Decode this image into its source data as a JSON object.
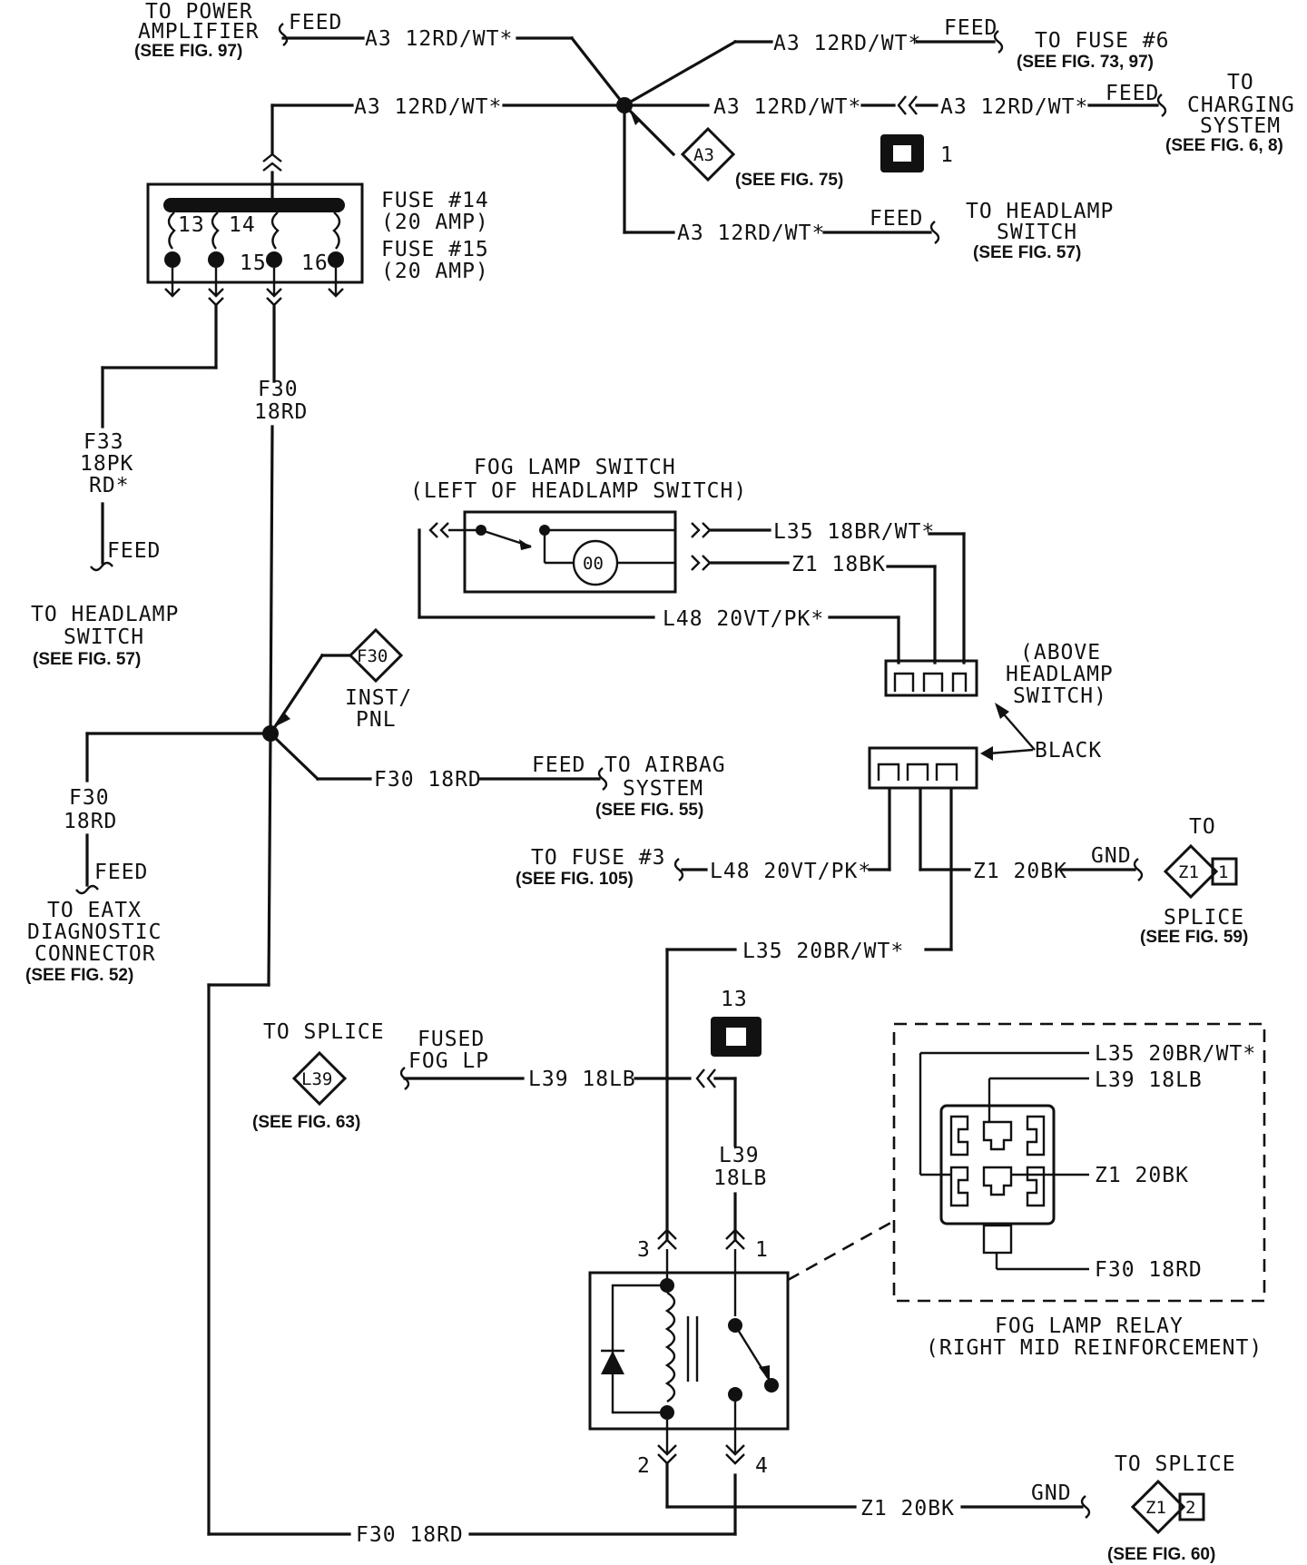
{
  "top_left": {
    "power_amp": [
      "TO POWER",
      "AMPLIFIER"
    ],
    "power_amp_ref": "(SEE FIG. 97)",
    "feed": "FEED",
    "wire": "A3 12RD/WT*"
  },
  "top_right": {
    "wire_fuse6": "A3 12RD/WT*",
    "feed_fuse6": "FEED",
    "to_fuse6": "TO FUSE #6",
    "fuse6_ref": "(SEE FIG. 73, 97)",
    "wire_mid_left": "A3 12RD/WT*",
    "wire_mid_right": "A3 12RD/WT*",
    "feed_charging": "FEED",
    "charging": [
      "TO",
      "CHARGING",
      "SYSTEM"
    ],
    "charging_ref": "(SEE FIG. 6, 8)",
    "connector_1": "1",
    "a3_diamond": "A3",
    "a3_ref": "(SEE FIG. 75)",
    "wire_headlamp": "A3 12RD/WT*",
    "feed_headlamp": "FEED",
    "headlamp": [
      "TO HEADLAMP",
      "SWITCH"
    ],
    "headlamp_ref": "(SEE FIG. 57)"
  },
  "wire_fuse_block": "A3 12RD/WT*",
  "fuse_block": {
    "fuse14": "FUSE #14",
    "fuse14_amp": "(20 AMP)",
    "fuse15": "FUSE #15",
    "fuse15_amp": "(20 AMP)",
    "pins": [
      "13",
      "14",
      "15",
      "16"
    ]
  },
  "left": {
    "f30": [
      "F30",
      "18RD"
    ],
    "f33": [
      "F33",
      "18PK",
      "RD*"
    ],
    "feed1": "FEED",
    "headlamp": [
      "TO HEADLAMP",
      "SWITCH"
    ],
    "headlamp_ref": "(SEE FIG. 57)",
    "f30_diamond": "F30",
    "inst_pnl": [
      "INST/",
      "PNL"
    ],
    "f30_airbag": "F30 18RD",
    "feed_airbag": "FEED",
    "airbag": [
      "TO AIRBAG",
      "SYSTEM"
    ],
    "airbag_ref": "(SEE FIG. 55)",
    "f30_eatx": [
      "F30",
      "18RD"
    ],
    "feed_eatx": "FEED",
    "eatx": [
      "TO EATX",
      "DIAGNOSTIC",
      "CONNECTOR"
    ],
    "eatx_ref": "(SEE FIG. 52)"
  },
  "fog_switch": {
    "title": [
      "FOG LAMP SWITCH",
      "(LEFT OF HEADLAMP SWITCH)"
    ],
    "l35": "L35 18BR/WT*",
    "z1": "Z1 18BK",
    "l48": "L48 20VT/PK*",
    "above": [
      "(ABOVE",
      "HEADLAMP",
      "SWITCH)"
    ],
    "black": "BLACK",
    "to_fuse3": "TO FUSE #3",
    "fuse3_ref": "(SEE FIG. 105)",
    "l48_lower": "L48 20VT/PK*",
    "z1_lower": "Z1 20BK",
    "gnd": "GND",
    "to_splice": "TO",
    "splice_label": "SPLICE",
    "splice_ref": "(SEE FIG. 59)",
    "z1_diamond": "Z1",
    "z1_pin": "1",
    "l35_lower": "L35 20BR/WT*"
  },
  "relay_area": {
    "to_splice": "TO SPLICE",
    "l39_diamond": "L39",
    "l39_ref": "(SEE FIG. 63)",
    "fused": [
      "FUSED",
      "FOG LP"
    ],
    "l39_wire": "L39 18LB",
    "connector_13": "13",
    "l39_vertical": [
      "L39",
      "18LB"
    ],
    "pin3": "3",
    "pin1": "1",
    "pin2": "2",
    "pin4": "4",
    "relay_view": {
      "l35": "L35 20BR/WT*",
      "l39": "L39 18LB",
      "z1": "Z1 20BK",
      "f30": "F30 18RD"
    },
    "relay_title": [
      "FOG LAMP RELAY",
      "(RIGHT MID REINFORCEMENT)"
    ]
  },
  "bottom": {
    "f30": "F30 18RD",
    "z1": "Z1 20BK",
    "gnd": "GND",
    "to_splice": "TO SPLICE",
    "z1_diamond": "Z1",
    "z1_pin": "2",
    "splice_ref": "(SEE FIG. 60)"
  }
}
